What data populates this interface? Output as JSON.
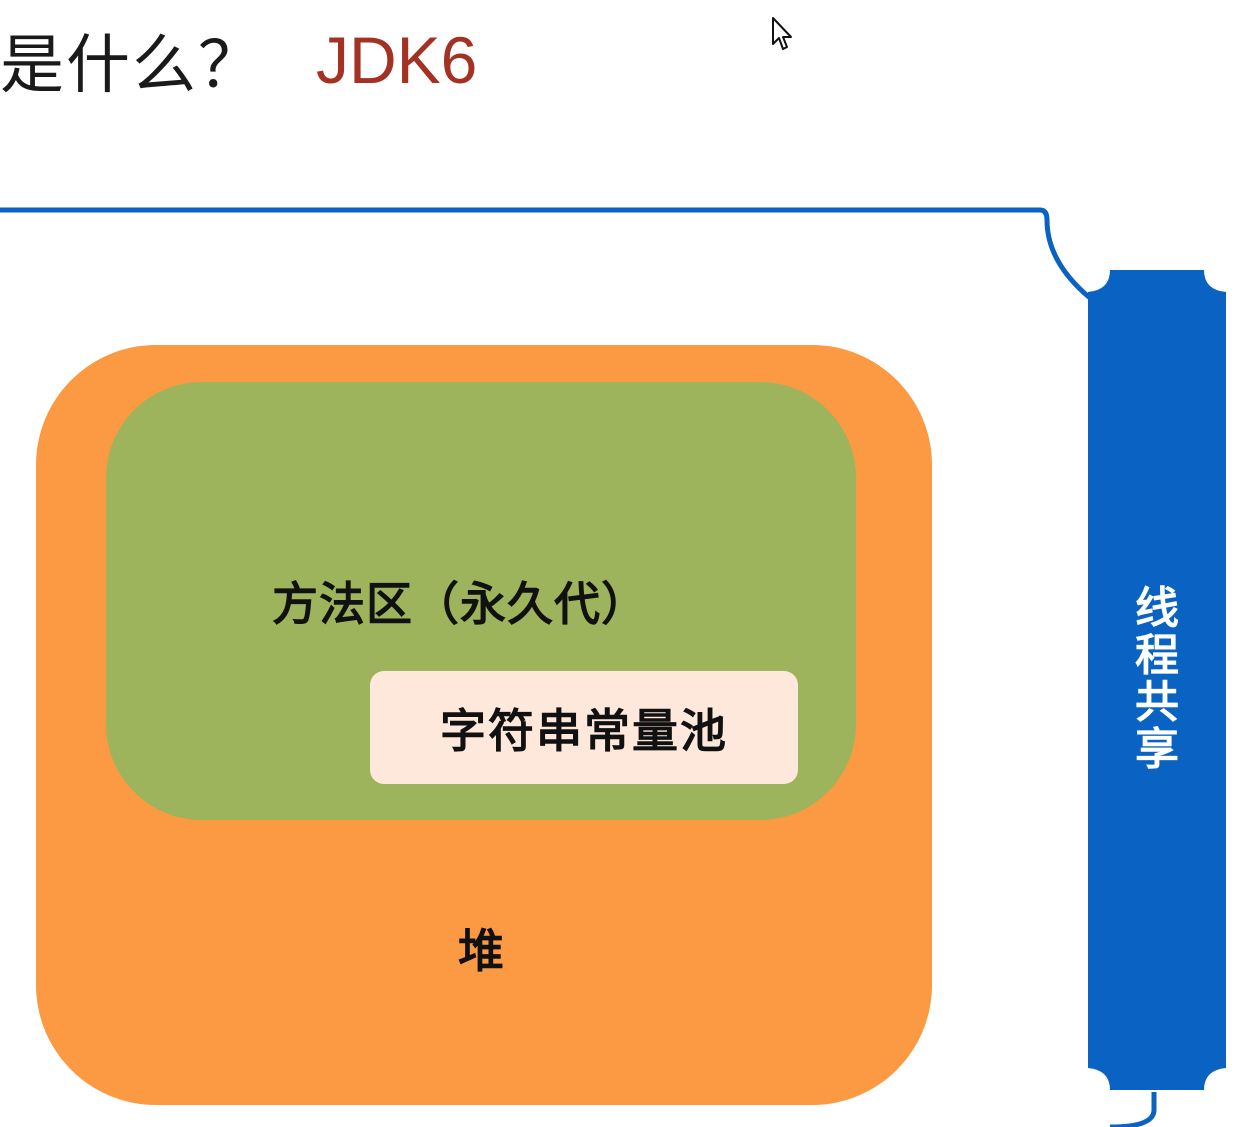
{
  "slide": {
    "title_prefix": "是什么？",
    "title_accent": "JDK6"
  },
  "diagram": {
    "heap": {
      "label": "堆",
      "color": "#fb9a43"
    },
    "method_area": {
      "label": "方法区（永久代）",
      "color": "#9db35c"
    },
    "string_pool": {
      "label": "字符串常量池",
      "color": "#fde8db"
    },
    "thread_shared": {
      "label": "线程共享",
      "color": "#0a63c2"
    }
  },
  "icons": {
    "cursor": "mouse-pointer-icon"
  }
}
